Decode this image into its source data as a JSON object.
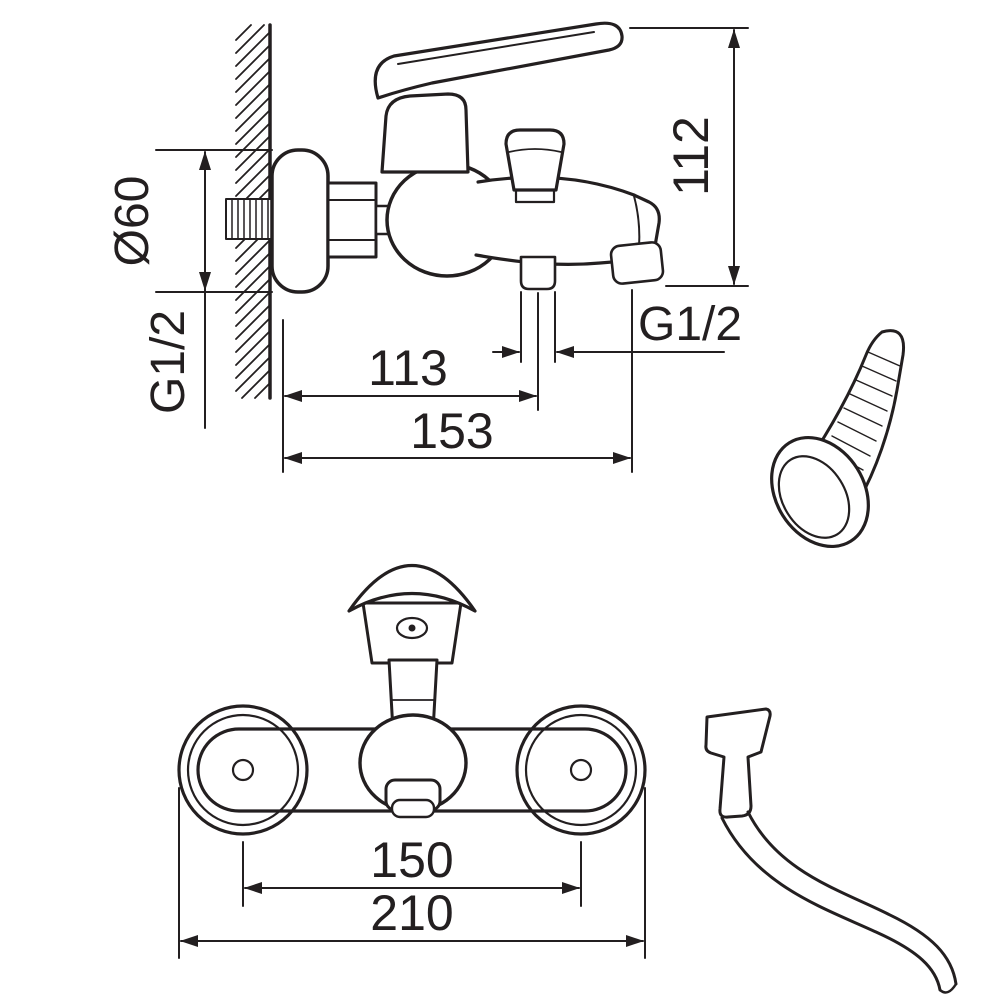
{
  "colors": {
    "line": "#231f20",
    "background": "#ffffff"
  },
  "side_view": {
    "diameter_label": "Ø60",
    "wall_thread_label": "G1/2",
    "height_label": "112",
    "outlet_thread_label": "G1/2",
    "outlet_distance_label": "113",
    "spout_reach_label": "153"
  },
  "front_view": {
    "centers_distance_label": "150",
    "overall_width_label": "210"
  }
}
